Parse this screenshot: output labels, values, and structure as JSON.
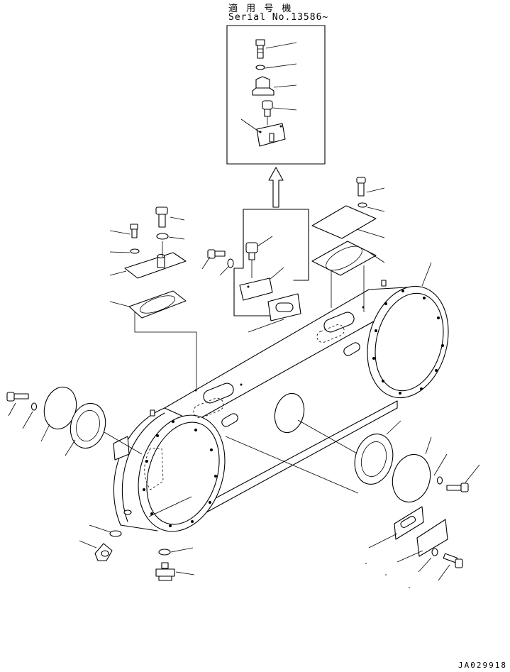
{
  "header": {
    "applicable_model": "適 用 号 機",
    "serial_number": "Serial No.13586~"
  },
  "drawing_id": "JA029918",
  "colors": {
    "line": "#000000",
    "paper": "#ffffff"
  },
  "icons": [
    "bolt-icon",
    "washer-icon",
    "gasket-icon",
    "cover-plate-icon",
    "sensor-icon",
    "arrow-up-icon"
  ]
}
